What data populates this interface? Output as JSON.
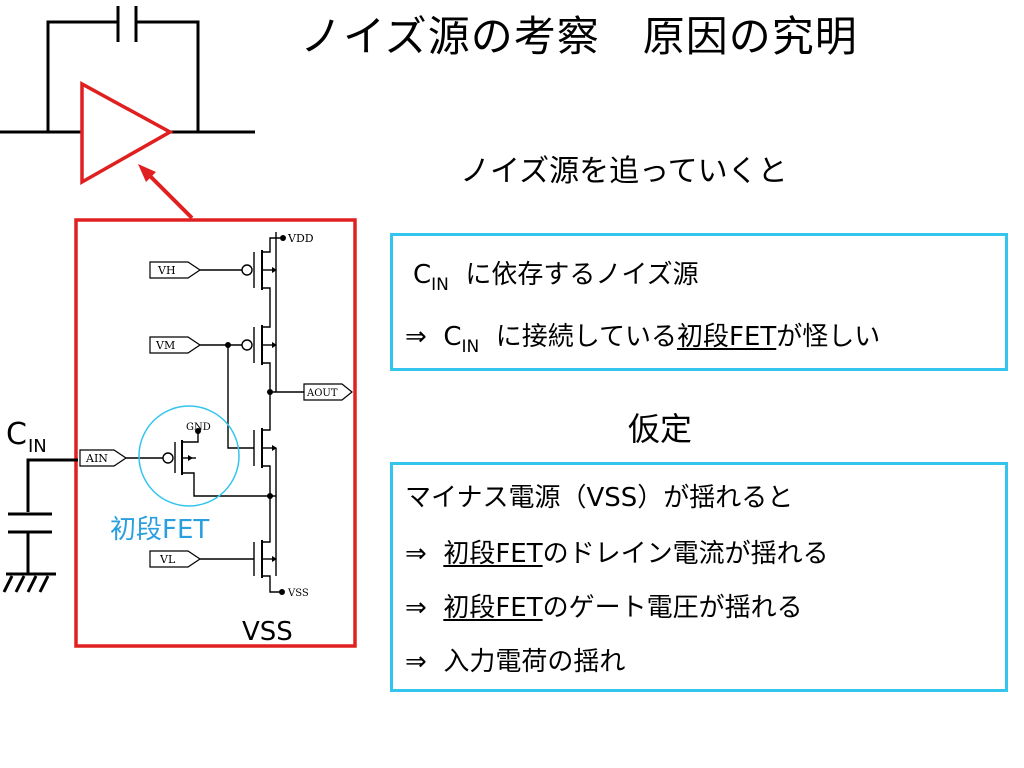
{
  "title": "ノイズ源の考察　原因の究明",
  "subtitle": "ノイズ源を追っていくと",
  "box1": {
    "line1": {
      "c": "C",
      "sub": "IN",
      "rest": "に依存するノイズ源"
    },
    "line2": {
      "arrow": "⇒",
      "c": "C",
      "sub": "IN",
      "pre": "に接続している",
      "underlined": "初段FET",
      "post": "が怪しい"
    }
  },
  "assumption_heading": "仮定",
  "box2": {
    "line1": "マイナス電源（VSS）が揺れると",
    "line2": {
      "arrow": "⇒",
      "underlined": "初段FET",
      "post": "のドレイン電流が揺れる"
    },
    "line3": {
      "arrow": "⇒",
      "underlined": "初段FET",
      "post": "のゲート電圧が揺れる"
    },
    "line4": {
      "arrow": "⇒",
      "text": "入力電荷の揺れ"
    }
  },
  "circuit": {
    "cin_label_c": "C",
    "cin_label_sub": "IN",
    "ports": {
      "vh": "VH",
      "vm": "VM",
      "ain": "AIN",
      "vl": "VL",
      "aout": "AOUT"
    },
    "rails": {
      "vdd": "VDD",
      "vss_small": "VSS",
      "gnd": "GND"
    },
    "first_fet_label": "初段FET",
    "vss_label": "VSS"
  },
  "colors": {
    "red": "#e02020",
    "cyan": "#33c5ee",
    "fet_label": "#2a9fe0"
  }
}
